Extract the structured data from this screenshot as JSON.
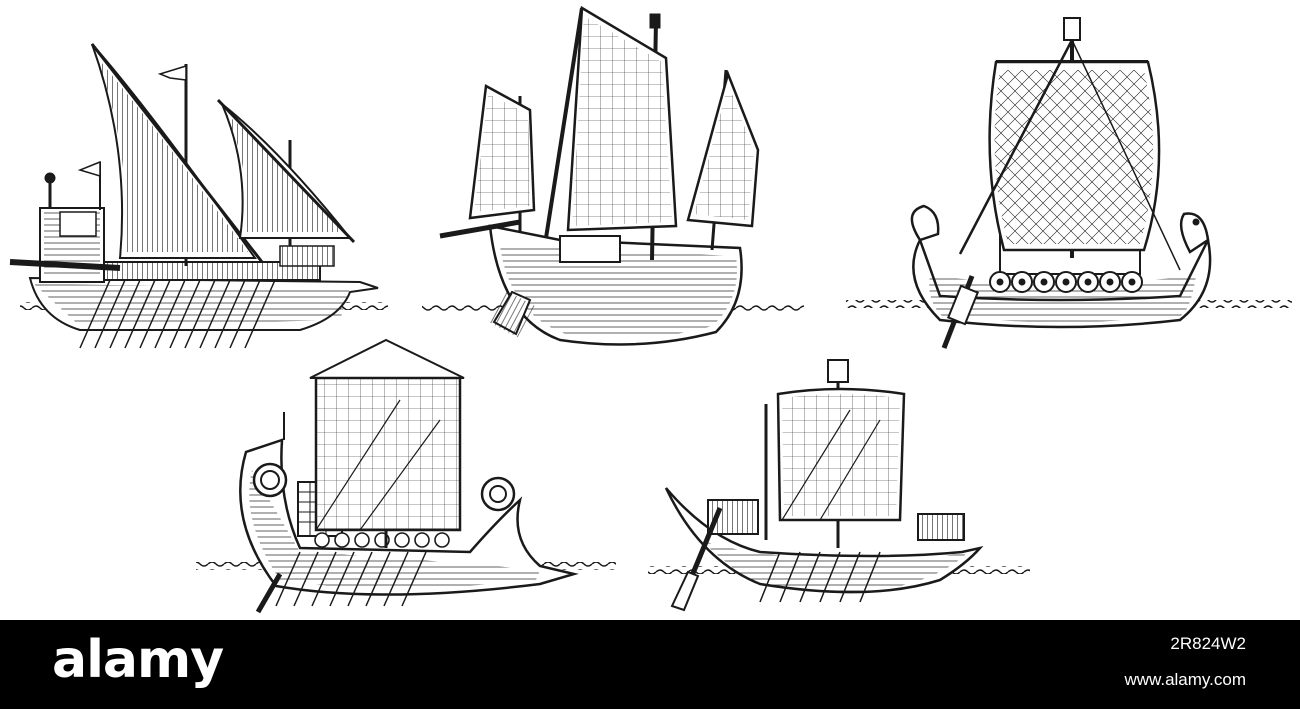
{
  "footer": {
    "brand": "alamy",
    "image_id": "2R824W2",
    "url": "www.alamy.com"
  },
  "colors": {
    "background": "#ffffff",
    "ink": "#1a1a1a",
    "footer_background": "#000000",
    "footer_text": "#ffffff"
  },
  "illustrations": [
    {
      "subject": "lateen-sailed galley with oars"
    },
    {
      "subject": "chinese junk with battened sails"
    },
    {
      "subject": "viking longship with shields and dragon head"
    },
    {
      "subject": "greek trireme with square sail and oars"
    },
    {
      "subject": "egyptian sailing ship with steering oar"
    }
  ]
}
